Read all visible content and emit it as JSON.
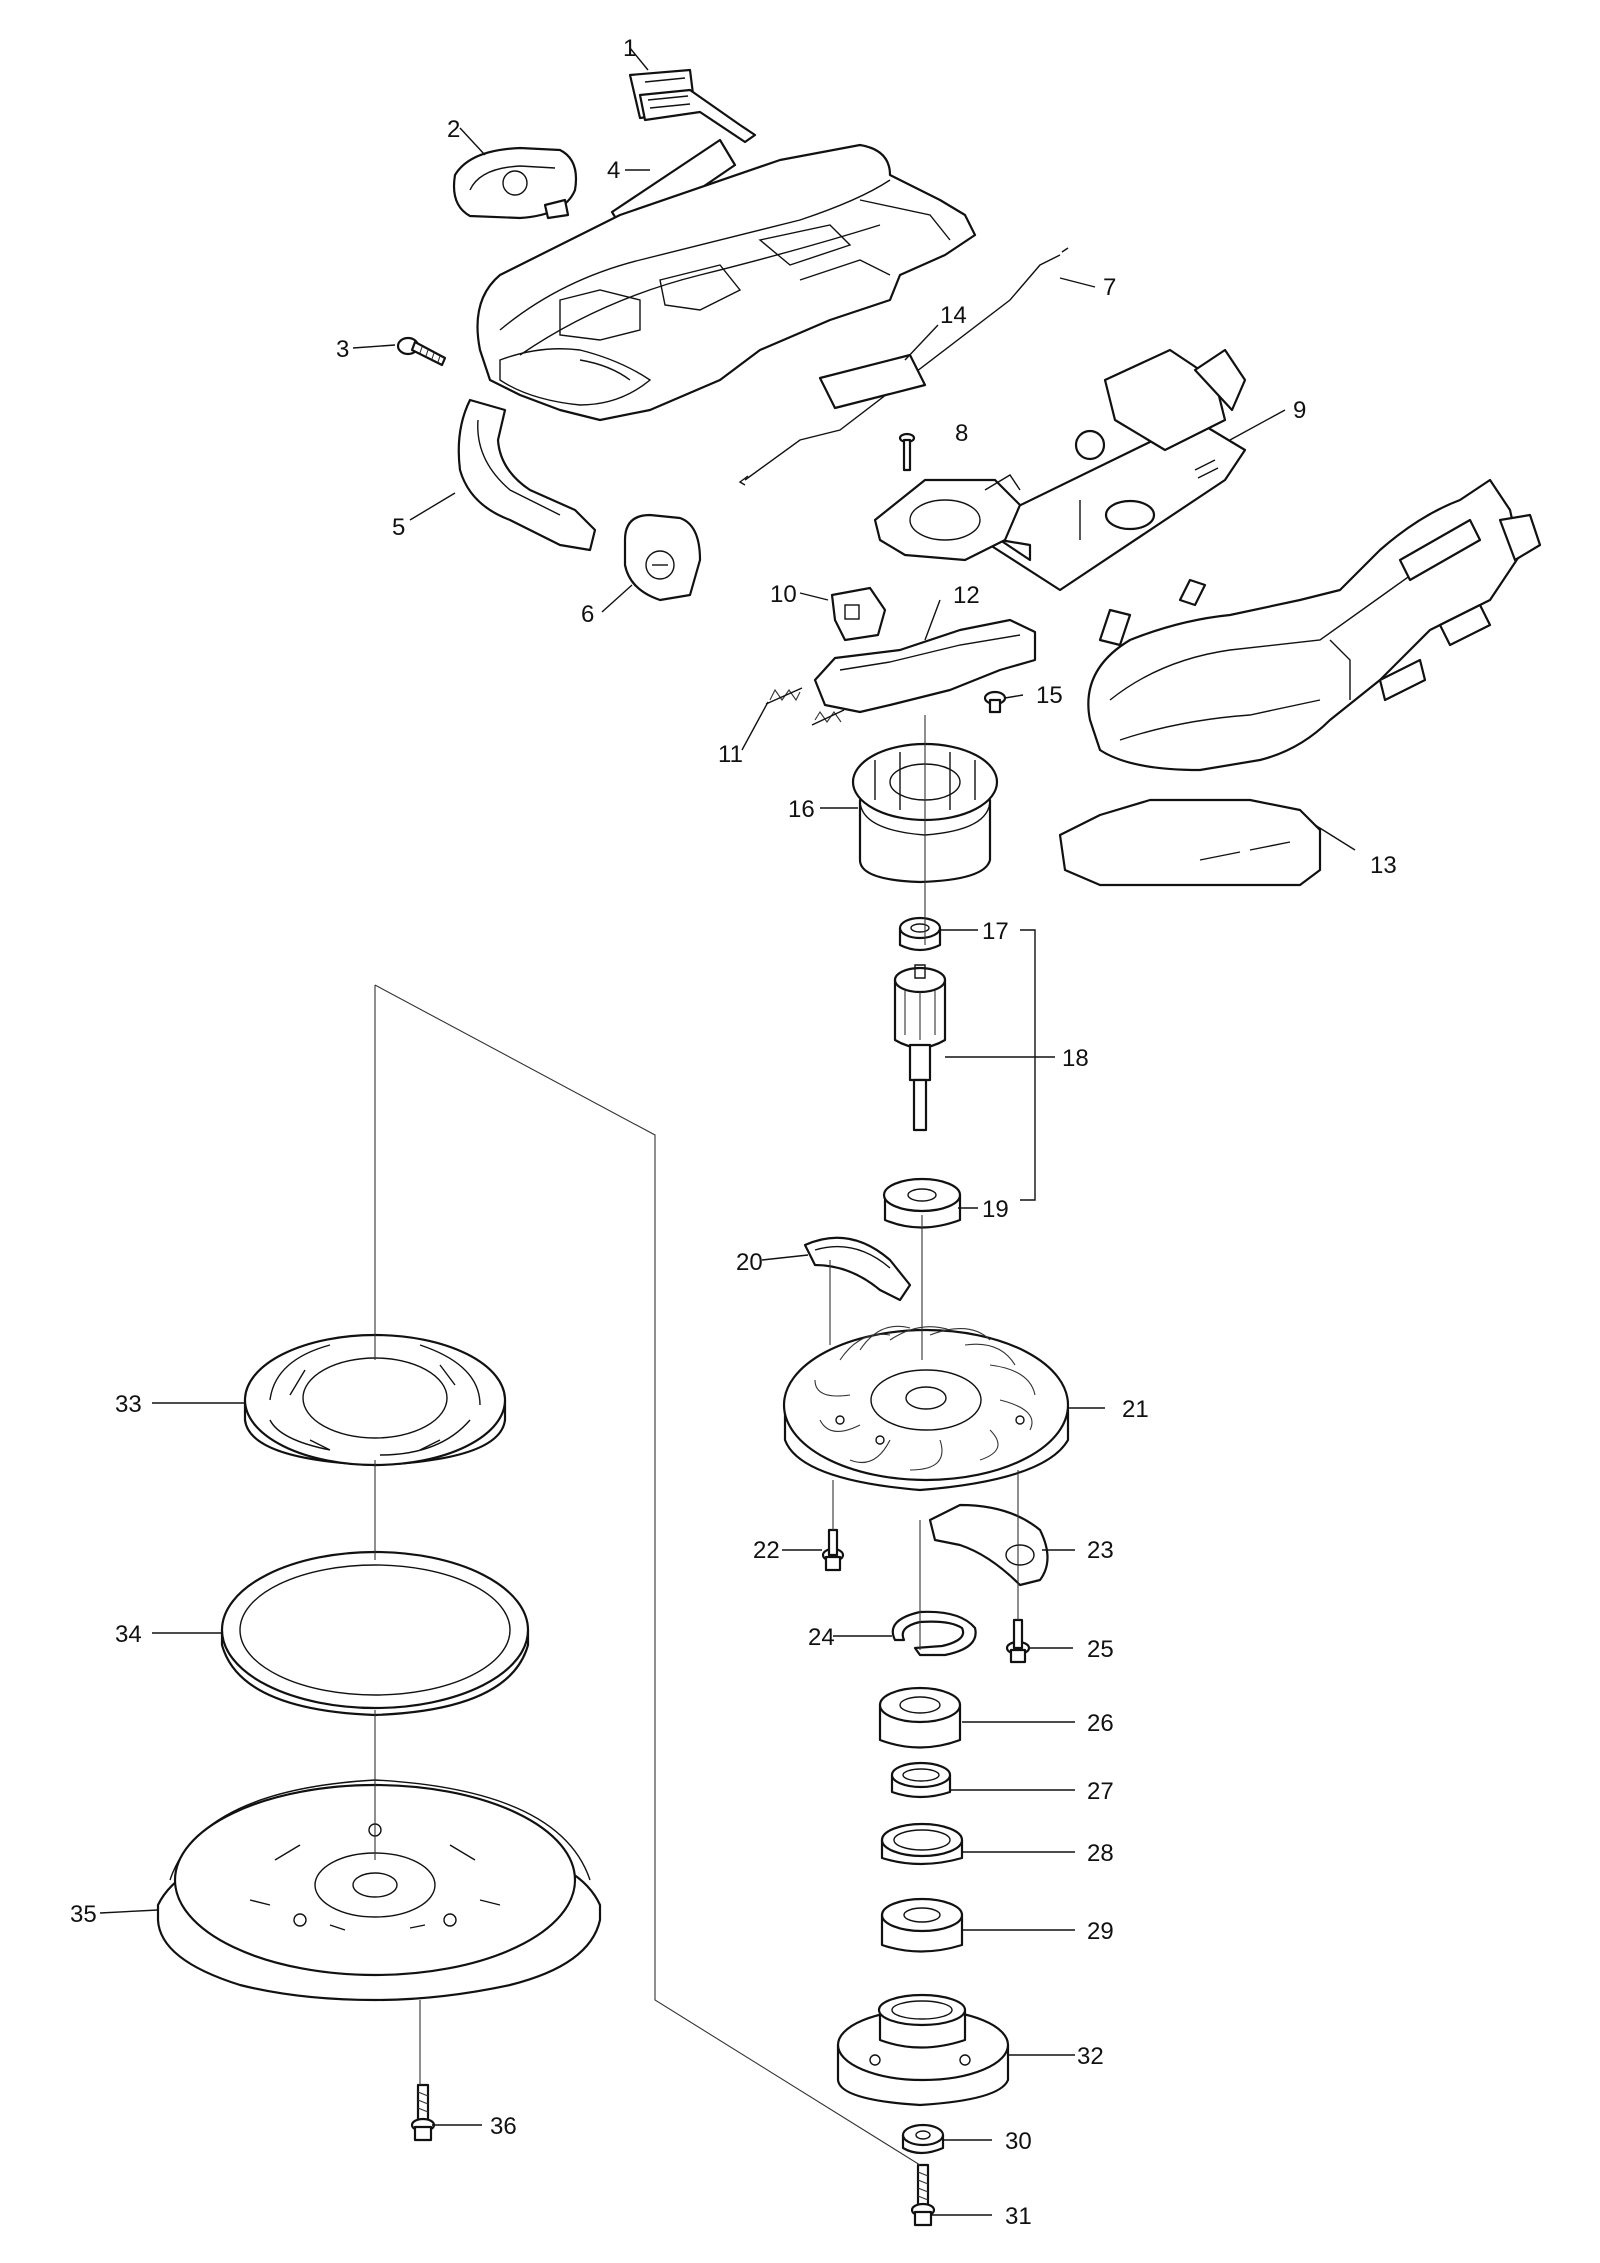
{
  "diagram": {
    "callouts": [
      {
        "num": "1"
      },
      {
        "num": "2"
      },
      {
        "num": "3"
      },
      {
        "num": "4"
      },
      {
        "num": "5"
      },
      {
        "num": "6"
      },
      {
        "num": "7"
      },
      {
        "num": "8"
      },
      {
        "num": "9"
      },
      {
        "num": "10"
      },
      {
        "num": "11"
      },
      {
        "num": "12"
      },
      {
        "num": "13"
      },
      {
        "num": "14"
      },
      {
        "num": "15"
      },
      {
        "num": "16"
      },
      {
        "num": "17"
      },
      {
        "num": "18"
      },
      {
        "num": "19"
      },
      {
        "num": "20"
      },
      {
        "num": "21"
      },
      {
        "num": "22"
      },
      {
        "num": "23"
      },
      {
        "num": "24"
      },
      {
        "num": "25"
      },
      {
        "num": "26"
      },
      {
        "num": "27"
      },
      {
        "num": "28"
      },
      {
        "num": "29"
      },
      {
        "num": "30"
      },
      {
        "num": "31"
      },
      {
        "num": "32"
      },
      {
        "num": "33"
      },
      {
        "num": "34"
      },
      {
        "num": "35"
      },
      {
        "num": "36"
      }
    ]
  }
}
